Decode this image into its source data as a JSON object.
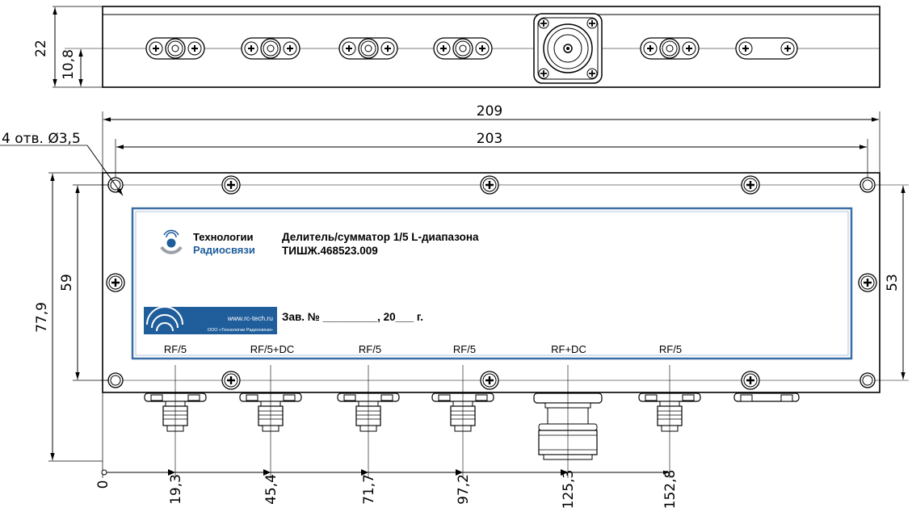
{
  "top_view": {
    "dims": {
      "height": "22",
      "center": "10,8"
    }
  },
  "dims": {
    "overall_width": "209",
    "hole_spacing": "203",
    "holes_note": "4 отв. Ø3,5",
    "height_outer": "77,9",
    "height_inner": "59",
    "height_right": "53",
    "zero": "0",
    "positions": [
      "19,3",
      "45,4",
      "71,7",
      "97,2",
      "125,3",
      "152,8"
    ]
  },
  "label": {
    "company_line1": "Технологии",
    "company_line2": "Радиосвязи",
    "product_title": "Делитель/сумматор 1/5 L-диапазона",
    "product_code": "ТИШЖ.468523.009",
    "serial_text": "Зав. № _________, 20___ г.",
    "website": "www.rc-tech.ru",
    "company_full": "ООО «Технологии Радиосвязи»"
  },
  "ports": [
    "RF/5",
    "RF/5+DC",
    "RF/5",
    "RF/5",
    "RF+DC",
    "RF/5"
  ],
  "colors": {
    "brand_blue": "#1f5d9b",
    "logo_gray": "#9aa0a6",
    "frame": "#3a6ea5"
  }
}
